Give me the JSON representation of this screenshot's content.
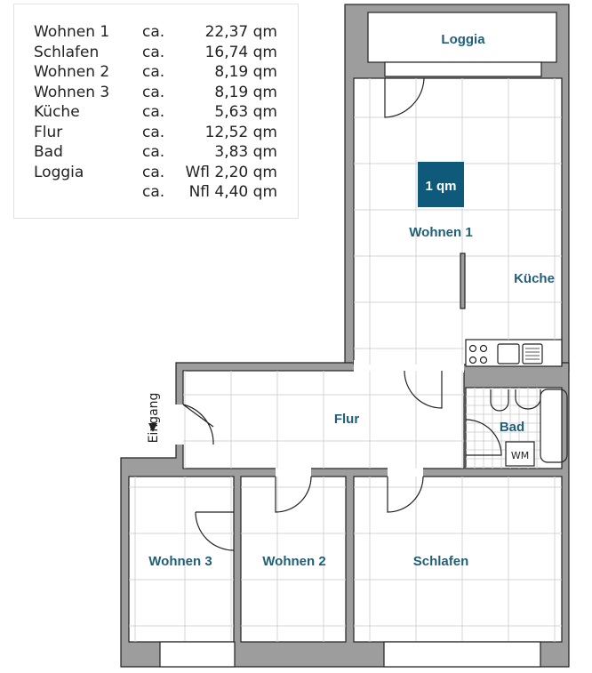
{
  "legend": {
    "rows": [
      {
        "room": "Wohnen 1",
        "ca": "ca.",
        "area": "22,37 qm"
      },
      {
        "room": "Schlafen",
        "ca": "ca.",
        "area": "16,74 qm"
      },
      {
        "room": "Wohnen 2",
        "ca": "ca.",
        "area": "8,19 qm"
      },
      {
        "room": "Wohnen 3",
        "ca": "ca.",
        "area": "8,19 qm"
      },
      {
        "room": "Küche",
        "ca": "ca.",
        "area": "5,63 qm"
      },
      {
        "room": "Flur",
        "ca": "ca.",
        "area": "12,52 qm"
      },
      {
        "room": "Bad",
        "ca": "ca.",
        "area": "3,83 qm"
      },
      {
        "room": "Loggia",
        "ca": "ca.",
        "area": "Wfl 2,20 qm"
      },
      {
        "room": "",
        "ca": "ca.",
        "area": "Nfl 4,40 qm"
      }
    ]
  },
  "plan": {
    "rooms": {
      "loggia": "Loggia",
      "wohnen1": "Wohnen 1",
      "kueche": "Küche",
      "flur": "Flur",
      "bad": "Bad",
      "wohnen3": "Wohnen 3",
      "wohnen2": "Wohnen 2",
      "schlafen": "Schlafen"
    },
    "scale_label": "1 qm",
    "wm_label": "WM",
    "entrance_label": "Eingang",
    "colors": {
      "label": "#1f5f78",
      "scale": "#0f5a7a",
      "wall": "#9d9d9d"
    }
  }
}
